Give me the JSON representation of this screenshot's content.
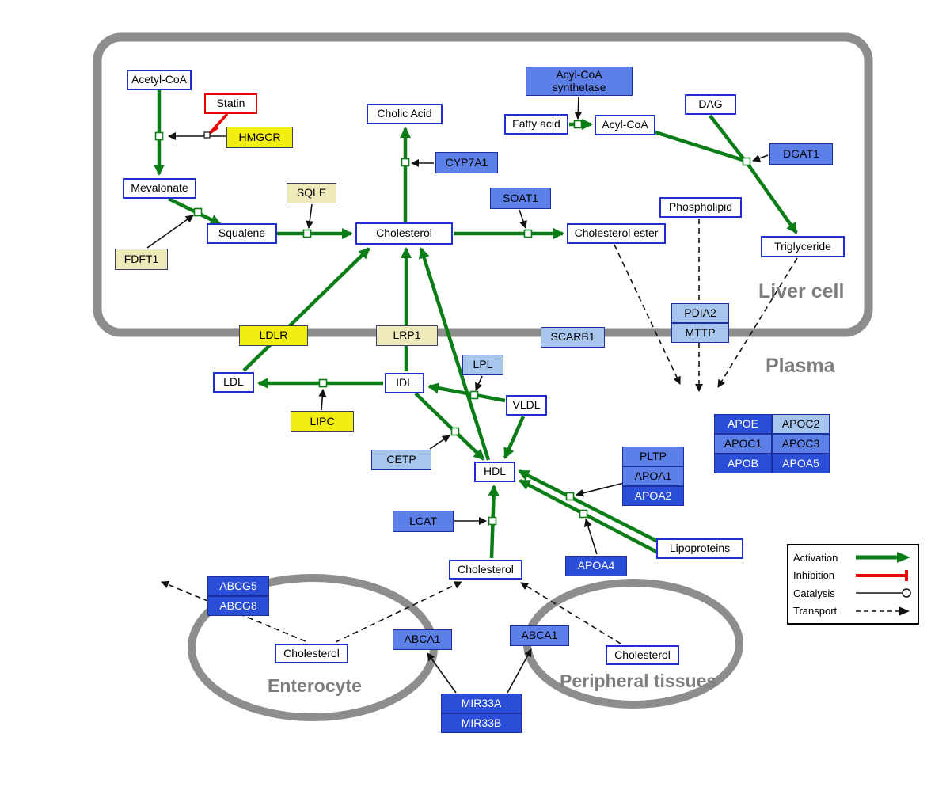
{
  "compartments": {
    "liver_cell": "Liver cell",
    "plasma": "Plasma",
    "enterocyte": "Enterocyte",
    "peripheral_tissues": "Peripheral tissues"
  },
  "nodes": {
    "acetyl_coa": "Acetyl-CoA",
    "statin": "Statin",
    "hmgcr": "HMGCR",
    "mevalonate": "Mevalonate",
    "sqle": "SQLE",
    "fdft1": "FDFT1",
    "squalene": "Squalene",
    "cholesterol_liver": "Cholesterol",
    "cholic_acid": "Cholic Acid",
    "cyp7a1": "CYP7A1",
    "soat1": "SOAT1",
    "cholesterol_ester": "Cholesterol ester",
    "acyl_coa_synthetase": "Acyl-CoA synthetase",
    "fatty_acid": "Fatty acid",
    "acyl_coa": "Acyl-CoA",
    "dag": "DAG",
    "dgat1": "DGAT1",
    "phospholipid": "Phospholipid",
    "triglyceride": "Triglyceride",
    "pdia2": "PDIA2",
    "mttp": "MTTP",
    "ldlr": "LDLR",
    "lrp1": "LRP1",
    "scarb1": "SCARB1",
    "ldl": "LDL",
    "idl": "IDL",
    "lpl": "LPL",
    "vldl": "VLDL",
    "lipc": "LIPC",
    "cetp": "CETP",
    "hdl": "HDL",
    "lcat": "LCAT",
    "pltp": "PLTP",
    "apoa1": "APOA1",
    "apoa2": "APOA2",
    "apoa4": "APOA4",
    "lipoproteins": "Lipoproteins",
    "apoe": "APOE",
    "apoc2": "APOC2",
    "apoc1": "APOC1",
    "apoc3": "APOC3",
    "apob": "APOB",
    "apoa5": "APOA5",
    "cholesterol_hdl": "Cholesterol",
    "abcg5": "ABCG5",
    "abcg8": "ABCG8",
    "cholesterol_enterocyte": "Cholesterol",
    "abca1_left": "ABCA1",
    "abca1_right": "ABCA1",
    "cholesterol_peripheral": "Cholesterol",
    "mir33a": "MIR33A",
    "mir33b": "MIR33B"
  },
  "legend": {
    "activation": "Activation",
    "inhibition": "Inhibition",
    "catalysis": "Catalysis",
    "transport": "Transport"
  },
  "colors": {
    "activation_green": "#0b7d16",
    "inhibition_red": "#ee0000",
    "membrane_gray": "#8d8d8d",
    "metabolite_border_blue": "#1f2ecc",
    "gene_dark_blue": "#2a4ed8",
    "gene_medium_blue": "#5c80e8",
    "gene_light_blue": "#a6c6ee",
    "gene_yellow": "#f3ee12",
    "gene_cream": "#efeabc"
  },
  "edges": [
    {
      "type": "activation",
      "from": "acetyl_coa",
      "to": "mevalonate"
    },
    {
      "type": "activation",
      "from": "mevalonate",
      "to": "squalene"
    },
    {
      "type": "activation",
      "from": "squalene",
      "to": "cholesterol_liver"
    },
    {
      "type": "activation",
      "from": "cholesterol_liver",
      "to": "cholic_acid"
    },
    {
      "type": "activation",
      "from": "cholesterol_liver",
      "to": "cholesterol_ester"
    },
    {
      "type": "activation",
      "from": "fatty_acid",
      "to": "acyl_coa"
    },
    {
      "type": "activation",
      "from": "acyl_coa",
      "to": "triglyceride"
    },
    {
      "type": "activation",
      "from": "dag",
      "to": "triglyceride"
    },
    {
      "type": "activation",
      "from": "ldl",
      "to": "cholesterol_liver"
    },
    {
      "type": "activation",
      "from": "idl",
      "to": "cholesterol_liver"
    },
    {
      "type": "activation",
      "from": "hdl",
      "to": "cholesterol_liver"
    },
    {
      "type": "activation",
      "from": "idl",
      "to": "ldl"
    },
    {
      "type": "activation",
      "from": "vldl",
      "to": "idl"
    },
    {
      "type": "activation",
      "from": "idl",
      "to": "hdl"
    },
    {
      "type": "activation",
      "from": "vldl",
      "to": "hdl"
    },
    {
      "type": "activation",
      "from": "cholesterol_hdl",
      "to": "hdl"
    },
    {
      "type": "activation",
      "from": "lipoproteins",
      "to": "hdl"
    },
    {
      "type": "catalysis",
      "from": "hmgcr",
      "to": "acetyl_coa-mevalonate"
    },
    {
      "type": "inhibition",
      "from": "statin",
      "to": "hmgcr"
    },
    {
      "type": "catalysis",
      "from": "fdft1",
      "to": "mevalonate-squalene"
    },
    {
      "type": "catalysis",
      "from": "sqle",
      "to": "squalene-cholesterol"
    },
    {
      "type": "catalysis",
      "from": "cyp7a1",
      "to": "cholesterol-cholic_acid"
    },
    {
      "type": "catalysis",
      "from": "soat1",
      "to": "cholesterol-cholesterol_ester"
    },
    {
      "type": "catalysis",
      "from": "acyl_coa_synthetase",
      "to": "fatty_acid-acyl_coa"
    },
    {
      "type": "catalysis",
      "from": "dgat1",
      "to": "acyl_coa-triglyceride"
    },
    {
      "type": "catalysis",
      "from": "lipc",
      "to": "idl-ldl"
    },
    {
      "type": "catalysis",
      "from": "lpl",
      "to": "vldl-idl"
    },
    {
      "type": "catalysis",
      "from": "cetp",
      "to": "idl-hdl"
    },
    {
      "type": "catalysis",
      "from": "lcat",
      "to": "cholesterol-hdl"
    },
    {
      "type": "catalysis",
      "from": "apoa1",
      "to": "lipoproteins-hdl"
    },
    {
      "type": "catalysis",
      "from": "apoa4",
      "to": "lipoproteins-hdl"
    },
    {
      "type": "catalysis",
      "from": "mir33a",
      "to": "abca1_left"
    },
    {
      "type": "catalysis",
      "from": "mir33a",
      "to": "abca1_right"
    },
    {
      "type": "transport",
      "from": "cholesterol_ester",
      "to": "plasma"
    },
    {
      "type": "transport",
      "from": "phospholipid",
      "to": "plasma"
    },
    {
      "type": "transport",
      "from": "triglyceride",
      "to": "plasma"
    },
    {
      "type": "transport",
      "from": "cholesterol_enterocyte",
      "to": "cholesterol_hdl"
    },
    {
      "type": "transport",
      "from": "cholesterol_peripheral",
      "to": "cholesterol_hdl"
    },
    {
      "type": "transport",
      "from": "cholesterol_enterocyte",
      "to": "bile"
    }
  ]
}
